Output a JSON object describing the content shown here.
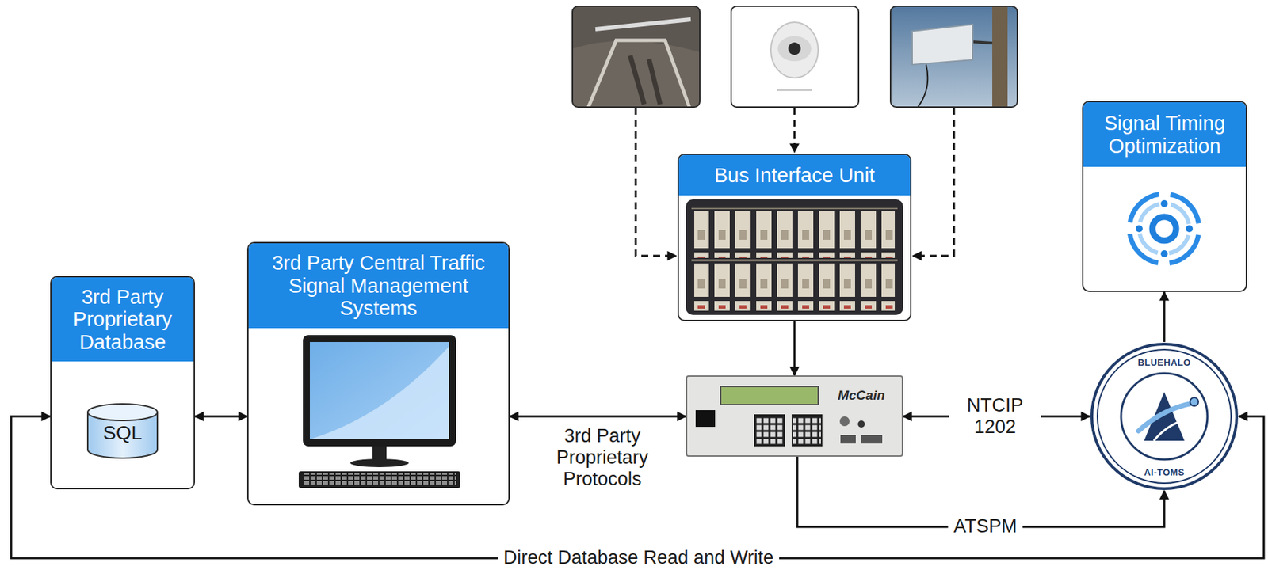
{
  "diagram": {
    "nodes": [
      {
        "text": [
          "Bus Interface Unit"
        ]
      },
      {
        "text": [
          "Signal Timing Optimization"
        ]
      },
      {
        "text": [
          "3rd Party Proprietary Database",
          "SQL"
        ]
      },
      {
        "text": [
          "3rd Party Central Traffic Signal Management Systems"
        ]
      },
      {
        "text": [
          "McCain"
        ]
      },
      {
        "text": [
          "BLUEHALO",
          "AI-TOMS"
        ]
      }
    ],
    "edges": [
      {
        "from": 2,
        "to": 3,
        "arrow": "both"
      },
      {
        "from": 3,
        "to": 4,
        "label": "3rd Party Proprietary Protocols",
        "arrow": "both"
      },
      {
        "from": 0,
        "to": 4,
        "arrow": "to"
      },
      {
        "from": 4,
        "to": 5,
        "label": "NTCIP 1202",
        "arrow": "both"
      },
      {
        "from": 4,
        "to": 5,
        "label": "ATSPM",
        "arrow": "to"
      },
      {
        "from": 5,
        "to": 1,
        "arrow": "to"
      },
      {
        "from": 5,
        "to": 2,
        "label": "Direct Database Read and Write",
        "arrow": "both"
      }
    ]
  }
}
